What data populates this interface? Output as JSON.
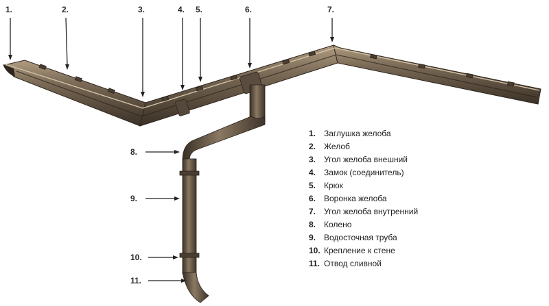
{
  "colors": {
    "metal_dark": "#3c3228",
    "metal_mid": "#6a5a48",
    "metal_light": "#a89478",
    "background": "#ffffff",
    "text": "#1d1d1d"
  },
  "callouts": [
    {
      "number": "1."
    },
    {
      "number": "2."
    },
    {
      "number": "3."
    },
    {
      "number": "4."
    },
    {
      "number": "5."
    },
    {
      "number": "6."
    },
    {
      "number": "7."
    },
    {
      "number": "8."
    },
    {
      "number": "9."
    },
    {
      "number": "10."
    },
    {
      "number": "11."
    }
  ],
  "legend": [
    {
      "number": "1.",
      "label": "Заглушка желоба"
    },
    {
      "number": "2.",
      "label": "Желоб"
    },
    {
      "number": "3.",
      "label": "Угол желоба внешний"
    },
    {
      "number": "4.",
      "label": "Замок (соединитель)"
    },
    {
      "number": "5.",
      "label": "Крюк"
    },
    {
      "number": "6.",
      "label": "Воронка желоба"
    },
    {
      "number": "7.",
      "label": "Угол желоба внутренний"
    },
    {
      "number": "8.",
      "label": "Колено"
    },
    {
      "number": "9.",
      "label": "Водосточная труба"
    },
    {
      "number": "10.",
      "label": "Крепление к стене"
    },
    {
      "number": "11.",
      "label": "Отвод сливной"
    }
  ]
}
